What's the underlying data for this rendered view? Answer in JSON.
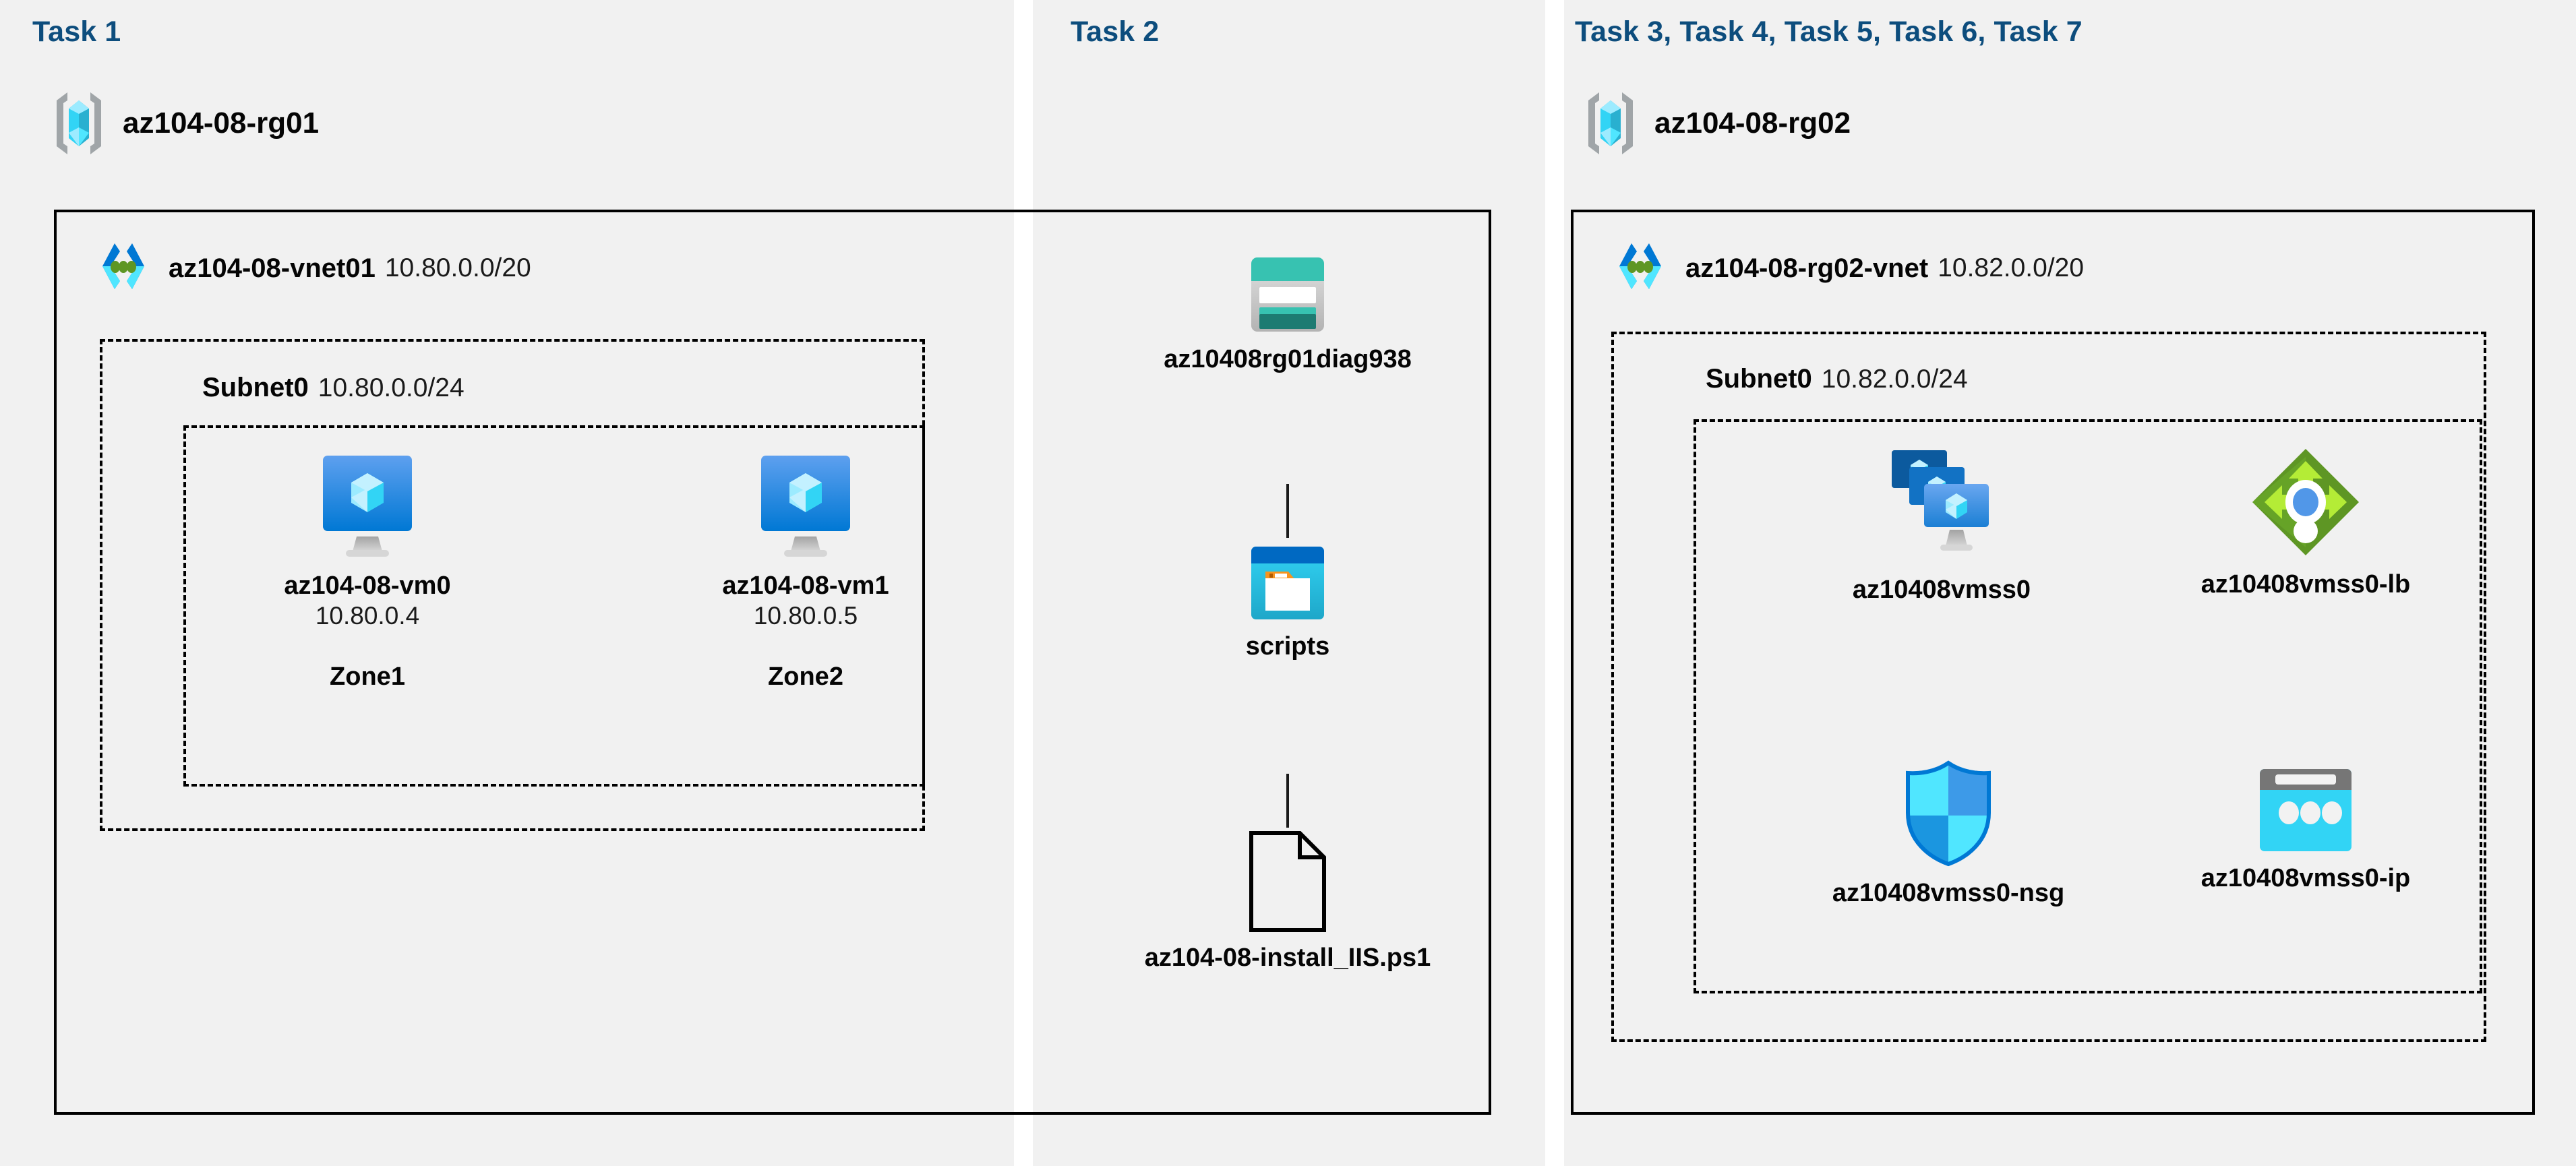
{
  "columns": {
    "task1": {
      "label": "Task 1"
    },
    "task2": {
      "label": "Task 2"
    },
    "task3": {
      "label": "Task 3, Task 4, Task 5, Task 6, Task 7"
    }
  },
  "resource_groups": [
    {
      "name": "az104-08-rg01",
      "icon": "resource-group-icon"
    },
    {
      "name": "az104-08-rg02",
      "icon": "resource-group-icon"
    }
  ],
  "vnets": [
    {
      "name": "az104-08-vnet01",
      "cidr": "10.80.0.0/20",
      "icon": "virtual-network-icon"
    },
    {
      "name": "az104-08-rg02-vnet",
      "cidr": "10.82.0.0/20",
      "icon": "virtual-network-icon"
    }
  ],
  "subnets": [
    {
      "name": "Subnet0",
      "cidr": "10.80.0.0/24"
    },
    {
      "name": "Subnet0",
      "cidr": "10.82.0.0/24"
    }
  ],
  "nodes": {
    "vm0": {
      "title": "az104-08-vm0",
      "ip": "10.80.0.4",
      "zone": "Zone1",
      "icon": "virtual-machine-icon"
    },
    "vm1": {
      "title": "az104-08-vm1",
      "ip": "10.80.0.5",
      "zone": "Zone2",
      "icon": "virtual-machine-icon"
    },
    "storage": {
      "title": "az10408rg01diag938",
      "icon": "storage-account-icon"
    },
    "scripts": {
      "title": "scripts",
      "icon": "blob-container-icon"
    },
    "script_file": {
      "title": "az104-08-install_IIS.ps1",
      "icon": "file-icon"
    },
    "vmss": {
      "title": "az10408vmss0",
      "icon": "vm-scale-set-icon"
    },
    "lb": {
      "title": "az10408vmss0-lb",
      "icon": "load-balancer-icon"
    },
    "nsg": {
      "title": "az10408vmss0-nsg",
      "icon": "network-security-group-icon"
    },
    "ip": {
      "title": "az10408vmss0-ip",
      "icon": "public-ip-address-icon"
    }
  },
  "colors": {
    "panel_background": "#f1f1f1",
    "task_label": "#0d4d7d",
    "border": "#000000",
    "azure_blue": "#0078d4",
    "azure_cyan": "#50e6ff",
    "storage_teal": "#37c2b1",
    "lb_green": "#5e9624",
    "accent_orange": "#f7941e"
  }
}
